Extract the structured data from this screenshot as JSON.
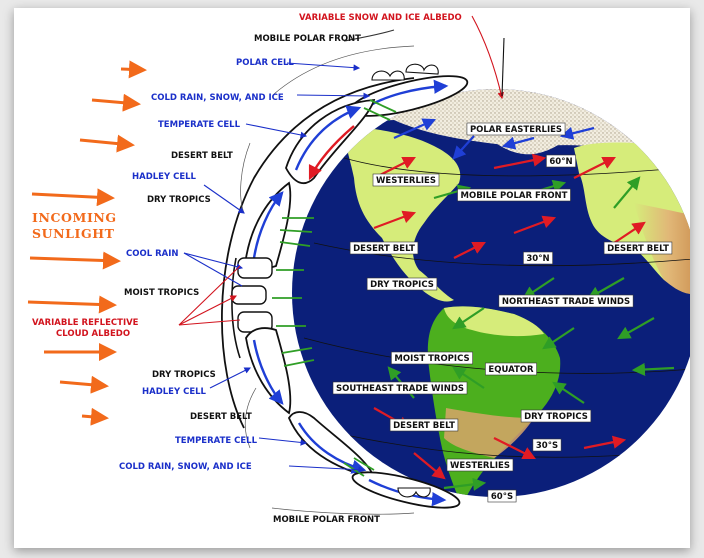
{
  "colors": {
    "ocean": "#0b1f7a",
    "land_light": "#d6ec7a",
    "land_green": "#4caf1e",
    "desert_tan": "#d8a46a",
    "polar_ice": "#f2ede0",
    "arrow_red": "#e01b24",
    "arrow_green": "#2f9e26",
    "arrow_blue": "#1f3fd6",
    "sunlight_orange": "#f26a1b",
    "label_blue": "#1a2fc9",
    "label_red": "#d2141e"
  },
  "left_labels": {
    "mobile_polar_front_top": "MOBILE POLAR FRONT",
    "polar_cell": "POLAR CELL",
    "cold_rain_top": "COLD RAIN, SNOW, AND ICE",
    "temperate_cell_top": "TEMPERATE CELL",
    "desert_belt_top": "DESERT BELT",
    "hadley_cell_top": "HADLEY CELL",
    "dry_tropics_top": "DRY TROPICS",
    "cool_rain": "COOL RAIN",
    "moist_tropics": "MOIST TROPICS",
    "variable_cloud_1": "VARIABLE REFLECTIVE",
    "variable_cloud_2": "CLOUD ALBEDO",
    "dry_tropics_bottom": "DRY TROPICS",
    "hadley_cell_bottom": "HADLEY CELL",
    "desert_belt_bottom": "DESERT BELT",
    "temperate_cell_bottom": "TEMPERATE CELL",
    "cold_rain_bottom": "COLD RAIN, SNOW, AND ICE",
    "mobile_polar_front_bottom": "MOBILE POLAR FRONT"
  },
  "top_label": "VARIABLE SNOW AND ICE ALBEDO",
  "incoming": {
    "line1": "INCOMING",
    "line2": "SUNLIGHT"
  },
  "globe_labels": {
    "polar_easterlies": "POLAR EASTERLIES",
    "lat_60n": "60°N",
    "westerlies_top": "WESTERLIES",
    "mobile_polar_front": "MOBILE POLAR FRONT",
    "desert_belt_left": "DESERT BELT",
    "desert_belt_right": "DESERT BELT",
    "lat_30n": "30°N",
    "dry_tropics_n": "DRY TROPICS",
    "northeast_trade": "NORTHEAST TRADE WINDS",
    "moist_tropics": "MOIST TROPICS",
    "equator": "EQUATOR",
    "southeast_trade": "SOUTHEAST TRADE WINDS",
    "dry_tropics_s": "DRY TROPICS",
    "desert_belt_s": "DESERT BELT",
    "lat_30s": "30°S",
    "westerlies_bottom": "WESTERLIES",
    "lat_60s": "60°S"
  }
}
